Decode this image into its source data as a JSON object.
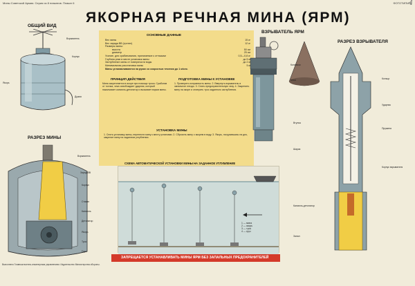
{
  "header": {
    "left": "Мины Советской Армии. Серия из 8 плакатов. Плакат 6",
    "right": "ФОТОТИПИЯ",
    "page_number": "4"
  },
  "title": "ЯКОРНАЯ РЕЧНАЯ МИНА (ЯРМ)",
  "sections": {
    "general_view": "ОБЩИЙ ВИД",
    "mine_section": "РАЗРЕЗ МИНЫ",
    "fuze": "ВЗРЫВАТЕЛЬ ЯРМ",
    "fuze_section": "РАЗРЕЗ ВЗРЫВАТЕЛЯ",
    "main_data": "ОСНОВНЫЕ ДАННЫЕ",
    "principle": "ПРИНЦИП ДЕЙСТВИЯ",
    "prep": "ПОДГОТОВКА МИНЫ К УСТАНОВКЕ",
    "install": "УСТАНОВКА МИНЫ",
    "scheme": "СХЕМА АВТОМАТИЧЕСКОЙ УСТАНОВКИ МИНЫ НА ЗАДАННОЕ УГЛУБЛЕНИЕ"
  },
  "main_data": {
    "rows": [
      {
        "label": "Вес мины",
        "value": "15 кг"
      },
      {
        "label": "Вес заряда ВВ (тротил)",
        "value": "12 кг"
      },
      {
        "label": "Размеры мины:",
        "value": ""
      },
      {
        "label": "высота",
        "value": "50 см"
      },
      {
        "label": "диаметр",
        "value": "25 см"
      },
      {
        "label": "Усилие, для срабатывания, прилагаемое к оттяжкам",
        "value": "0,5—0,8 кг"
      },
      {
        "label": "Глубина реки в месте установки мины",
        "value": "до 5 м"
      },
      {
        "label": "Заглубление мины от поверхности воды",
        "value": "до 2 м"
      },
      {
        "label": "Минимальная расстановка мины",
        "value": "5 м"
      }
    ],
    "note": "Мины устанавливаются на руках со скоростью течения до 1 м/сек."
  },
  "principle_text": "Мина закрепляется в якоре при помощи троса. Сработав от толчка, чека освобождает ударник, который накалывает капсюль-детонатор и вызывает взрыв мины.",
  "prep_text": "1. Проверить исправность мины. 2. Ввернуть взрыватель в запальное гнездо. 3. Снять предохранительную чеку. 4. Закрепить мину на якоре и отмерить трос заданного заглубления.",
  "install_text": "1. Снять установку мины, перенести мину к месту установки. 2. Сбросить мину с якорем в воду. 3. Якорь, погрузившись на дно, закрепит мину на заданном углублении.",
  "scheme_legend": [
    "1 — мина",
    "2 — якорь",
    "3 — трос",
    "4 — груз"
  ],
  "warning": "ЗАПРЕЩАЕТСЯ УСТАНАВЛИВАТЬ МИНЫ ЯРМ БЕЗ ЗАПАЛЬНЫХ ПРЕДОХРАНИТЕЛЕЙ",
  "labels_general": [
    "Взрыватель",
    "Корпус",
    "Дужка",
    "Якорь",
    "Дно"
  ],
  "labels_section": [
    "Взрыватель",
    "Заряд ВВ",
    "Корпус",
    "Стакан",
    "Капсюль",
    "Детонатор",
    "Якорь",
    "Трос",
    "Груз"
  ],
  "labels_fuze_section": [
    "Колпачок",
    "Чека",
    "Кольцо",
    "Ударник",
    "Пружина",
    "Втулка",
    "Шарик",
    "Корпус взрывателя",
    "Капсюль-детонатор",
    "Запал"
  ],
  "footnote": "Выполнено Главным военно-инженерным управлением. Издательство Министерства обороны."
}
